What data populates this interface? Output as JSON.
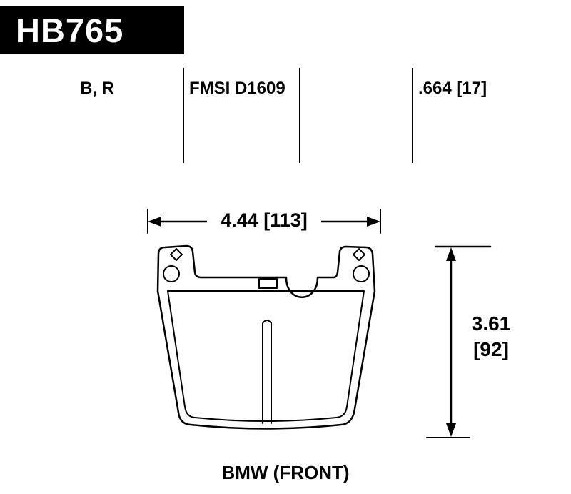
{
  "header": {
    "part_number": "HB765"
  },
  "specs": {
    "compound": "B, R",
    "fmsi": "FMSI D1609",
    "thickness": ".664 [17]"
  },
  "dimensions": {
    "width": "4.44 [113]",
    "height_primary": "3.61",
    "height_secondary": "[92]"
  },
  "footer": {
    "application": "BMW (FRONT)"
  },
  "drawing": {
    "subject": "brake-pad-front-view"
  },
  "colors": {
    "ink": "#000000",
    "paper": "#ffffff",
    "header_bg": "#000000",
    "header_fg": "#ffffff"
  }
}
